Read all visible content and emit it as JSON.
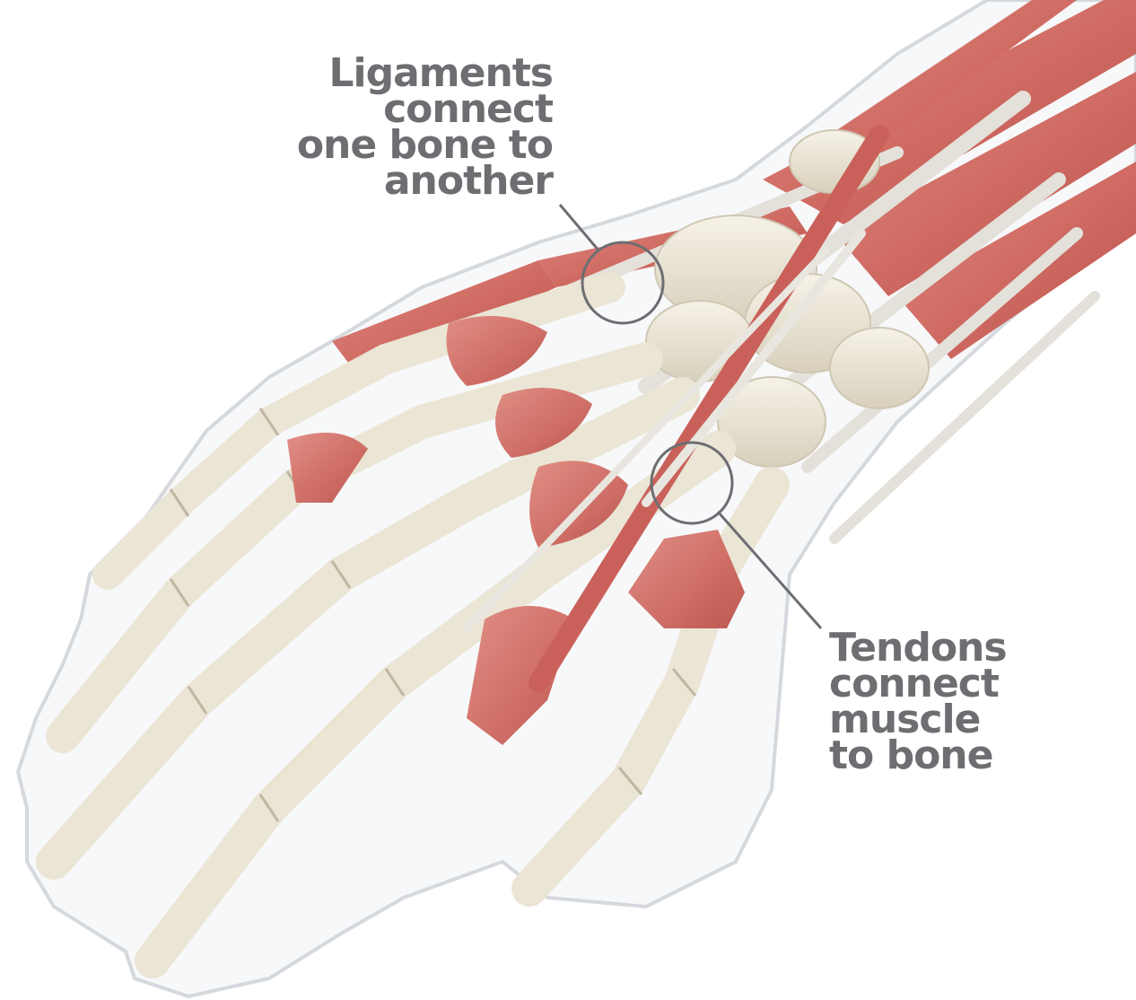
{
  "labels": {
    "ligaments": {
      "lines": [
        "Ligaments",
        "connect",
        "one bone to",
        "another"
      ]
    },
    "tendons": {
      "lines": [
        "Tendons",
        "connect",
        "muscle",
        "to bone"
      ]
    }
  },
  "colors": {
    "label_text": "#6d6e71",
    "callout_line": "#6d6e71",
    "bone": "#ece6d6",
    "bone_shadow": "#cfc7b3",
    "muscle": "#d9776f",
    "muscle_dark": "#b9534d",
    "tendon": "#e4e2dc",
    "skin_outline": "#c9cdd2",
    "background": "#ffffff"
  }
}
